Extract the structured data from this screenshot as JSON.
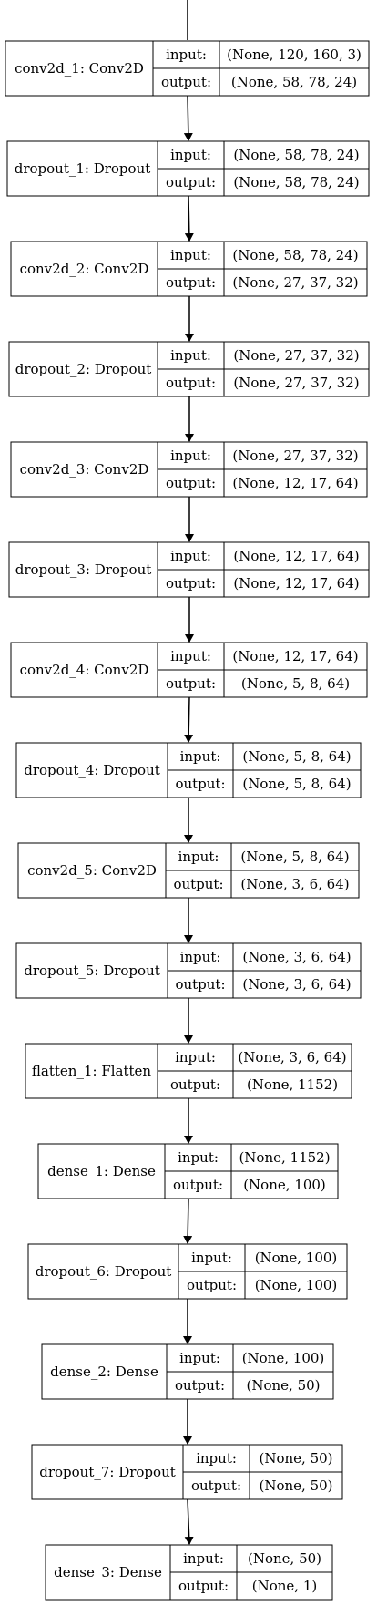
{
  "diagram": {
    "label_input": "input:",
    "label_output": "output:",
    "line_color": "#000000",
    "background": "#ffffff",
    "layers": [
      {
        "name": "conv2d_1: Conv2D",
        "input": "(None, 120, 160, 3)",
        "output": "(None, 58, 78, 24)"
      },
      {
        "name": "dropout_1: Dropout",
        "input": "(None, 58, 78, 24)",
        "output": "(None, 58, 78, 24)"
      },
      {
        "name": "conv2d_2: Conv2D",
        "input": "(None, 58, 78, 24)",
        "output": "(None, 27, 37, 32)"
      },
      {
        "name": "dropout_2: Dropout",
        "input": "(None, 27, 37, 32)",
        "output": "(None, 27, 37, 32)"
      },
      {
        "name": "conv2d_3: Conv2D",
        "input": "(None, 27, 37, 32)",
        "output": "(None, 12, 17, 64)"
      },
      {
        "name": "dropout_3: Dropout",
        "input": "(None, 12, 17, 64)",
        "output": "(None, 12, 17, 64)"
      },
      {
        "name": "conv2d_4: Conv2D",
        "input": "(None, 12, 17, 64)",
        "output": "(None, 5, 8, 64)"
      },
      {
        "name": "dropout_4: Dropout",
        "input": "(None, 5, 8, 64)",
        "output": "(None, 5, 8, 64)"
      },
      {
        "name": "conv2d_5: Conv2D",
        "input": "(None, 5, 8, 64)",
        "output": "(None, 3, 6, 64)"
      },
      {
        "name": "dropout_5: Dropout",
        "input": "(None, 3, 6, 64)",
        "output": "(None, 3, 6, 64)"
      },
      {
        "name": "flatten_1: Flatten",
        "input": "(None, 3, 6, 64)",
        "output": "(None, 1152)"
      },
      {
        "name": "dense_1: Dense",
        "input": "(None, 1152)",
        "output": "(None, 100)"
      },
      {
        "name": "dropout_6: Dropout",
        "input": "(None, 100)",
        "output": "(None, 100)"
      },
      {
        "name": "dense_2: Dense",
        "input": "(None, 100)",
        "output": "(None, 50)"
      },
      {
        "name": "dropout_7: Dropout",
        "input": "(None, 50)",
        "output": "(None, 50)"
      },
      {
        "name": "dense_3: Dense",
        "input": "(None, 50)",
        "output": "(None, 1)"
      }
    ]
  }
}
